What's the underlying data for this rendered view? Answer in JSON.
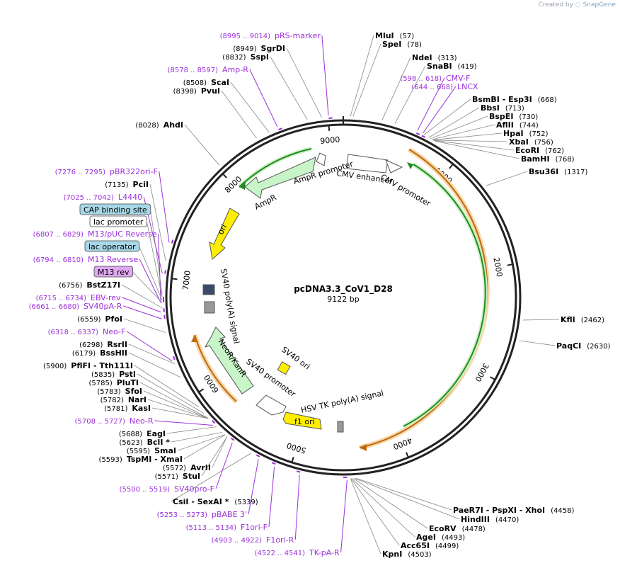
{
  "credit": {
    "prefix": "Created by",
    "brand": "SnapGene"
  },
  "plasmid": {
    "name": "pcDNA3.3_CoV1_D28",
    "length_label": "9122 bp",
    "length": 9122
  },
  "ticks": [
    "1000",
    "2000",
    "3000",
    "4000",
    "5000",
    "6000",
    "7000",
    "8000",
    "9000"
  ],
  "enzymes": [
    {
      "name": "MluI",
      "pos": "(57)"
    },
    {
      "name": "SpeI",
      "pos": "(78)"
    },
    {
      "name": "NdeI",
      "pos": "(313)"
    },
    {
      "name": "SnaBI",
      "pos": "(419)"
    },
    {
      "name": "BsmBI - Esp3I",
      "pos": "(668)"
    },
    {
      "name": "BbsI",
      "pos": "(713)"
    },
    {
      "name": "BspEI",
      "pos": "(730)"
    },
    {
      "name": "AflII",
      "pos": "(744)"
    },
    {
      "name": "HpaI",
      "pos": "(752)"
    },
    {
      "name": "XbaI",
      "pos": "(756)"
    },
    {
      "name": "EcoRI",
      "pos": "(762)"
    },
    {
      "name": "BamHI",
      "pos": "(768)"
    },
    {
      "name": "Bsu36I",
      "pos": "(1317)"
    },
    {
      "name": "KflI",
      "pos": "(2462)"
    },
    {
      "name": "PaqCI",
      "pos": "(2630)"
    },
    {
      "name": "PaeR7I - PspXI - XhoI",
      "pos": "(4458)"
    },
    {
      "name": "HindIII",
      "pos": "(4470)"
    },
    {
      "name": "EcoRV",
      "pos": "(4478)"
    },
    {
      "name": "AgeI",
      "pos": "(4493)"
    },
    {
      "name": "Acc65I",
      "pos": "(4499)"
    },
    {
      "name": "KpnI",
      "pos": "(4503)"
    },
    {
      "name": "CsiI - SexAI *",
      "pos": "(5339)"
    },
    {
      "name": "StuI",
      "pos": "(5571)"
    },
    {
      "name": "AvrII",
      "pos": "(5572)"
    },
    {
      "name": "TspMI - XmaI",
      "pos": "(5593)"
    },
    {
      "name": "SmaI",
      "pos": "(5595)"
    },
    {
      "name": "BclI *",
      "pos": "(5623)"
    },
    {
      "name": "EagI",
      "pos": "(5688)"
    },
    {
      "name": "KasI",
      "pos": "(5781)"
    },
    {
      "name": "NarI",
      "pos": "(5782)"
    },
    {
      "name": "SfoI",
      "pos": "(5783)"
    },
    {
      "name": "PluTI",
      "pos": "(5785)"
    },
    {
      "name": "PstI",
      "pos": "(5835)"
    },
    {
      "name": "PflFI - Tth111I",
      "pos": "(5900)"
    },
    {
      "name": "BssHII",
      "pos": "(6179)"
    },
    {
      "name": "RsrII",
      "pos": "(6298)"
    },
    {
      "name": "PfoI",
      "pos": "(6559)"
    },
    {
      "name": "BstZ17I",
      "pos": "(6756)"
    },
    {
      "name": "PciI",
      "pos": "(7135)"
    },
    {
      "name": "AhdI",
      "pos": "(8028)"
    },
    {
      "name": "PvuI",
      "pos": "(8398)"
    },
    {
      "name": "ScaI",
      "pos": "(8508)"
    },
    {
      "name": "SspI",
      "pos": "(8832)"
    },
    {
      "name": "SgrDI",
      "pos": "(8949)"
    }
  ],
  "primers": [
    {
      "name": "pRS-marker",
      "pos": "(8995 .. 9014)"
    },
    {
      "name": "Amp-R",
      "pos": "(8578 .. 8597)"
    },
    {
      "name": "CMV-F",
      "pos": "(598 .. 618)"
    },
    {
      "name": "LNCX",
      "pos": "(644 .. 668)"
    },
    {
      "name": "pBR322ori-F",
      "pos": "(7276 .. 7295)"
    },
    {
      "name": "L4440",
      "pos": "(7025 .. 7042)"
    },
    {
      "name": "M13/pUC Reverse",
      "pos": "(6807 .. 6829)"
    },
    {
      "name": "M13 Reverse",
      "pos": "(6794 .. 6810)"
    },
    {
      "name": "EBV-rev",
      "pos": "(6715 .. 6734)"
    },
    {
      "name": "SV40pA-R",
      "pos": "(6661 .. 6680)"
    },
    {
      "name": "Neo-F",
      "pos": "(6318 .. 6337)"
    },
    {
      "name": "Neo-R",
      "pos": "(5708 .. 5727)"
    },
    {
      "name": "SV40pro-F",
      "pos": "(5500 .. 5519)"
    },
    {
      "name": "pBABE 3'",
      "pos": "(5253 .. 5273)"
    },
    {
      "name": "F1ori-F",
      "pos": "(5113 .. 5134)"
    },
    {
      "name": "F1ori-R",
      "pos": "(4903 .. 4922)"
    },
    {
      "name": "TK-pA-R",
      "pos": "(4522 .. 4541)"
    }
  ],
  "boxed_features": [
    {
      "name": "CAP binding site",
      "color": "#a8d8e8"
    },
    {
      "name": "lac promoter",
      "color": "#ffffff"
    },
    {
      "name": "lac operator",
      "color": "#a8d8e8"
    },
    {
      "name": "M13 rev",
      "color": "#e0a8f0"
    }
  ],
  "features": [
    {
      "name": "CMV enhancer"
    },
    {
      "name": "CMV promoter"
    },
    {
      "name": "AmpR promoter"
    },
    {
      "name": "AmpR"
    },
    {
      "name": "ori"
    },
    {
      "name": "SV40 poly(A) signal"
    },
    {
      "name": "NeoR/KanR"
    },
    {
      "name": "SV40 promoter"
    },
    {
      "name": "SV40 ori"
    },
    {
      "name": "f1 ori"
    },
    {
      "name": "HSV TK poly(A) signal"
    }
  ],
  "colors": {
    "backbone": "#222222",
    "orf_green": "#3cb02e",
    "orf_orange": "#f0a030",
    "ori_yellow": "#ffee00",
    "resistance": "#c8f5c8",
    "promoter": "#ffffff",
    "primer": "#9b30d9"
  }
}
